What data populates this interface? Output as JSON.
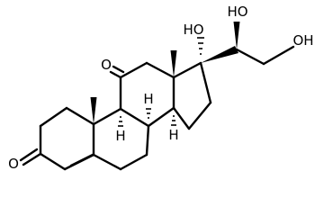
{
  "molecule": {
    "atom_labels": {
      "ketone_c11": "O",
      "ketone_c3": "O",
      "hydroxy_17": "HO",
      "hydroxy_20": "HO",
      "hydroxy_21": "OH",
      "h_8": "H",
      "h_9": "H",
      "h_14": "H"
    }
  }
}
